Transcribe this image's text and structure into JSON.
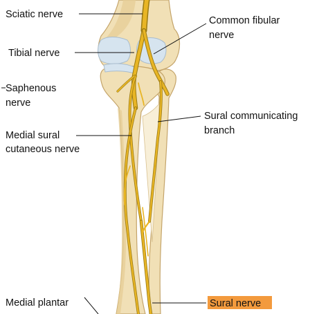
{
  "labels": {
    "sciatic": "Sciatic nerve",
    "common_fibular_line1": "Common fibular",
    "common_fibular_line2": "nerve",
    "tibial": "Tibial nerve",
    "saphenous_line1": "Saphenous",
    "saphenous_line2": "nerve",
    "sural_communicating_line1": "Sural communicating",
    "sural_communicating_line2": "branch",
    "medial_sural_line1": "Medial sural",
    "medial_sural_line2": "cutaneous nerve",
    "medial_plantar": "Medial plantar",
    "sural": "Sural nerve"
  },
  "colors": {
    "nerve": "#e8b525",
    "bone": "#f1e0b6",
    "cartilage": "#d6e4ef",
    "highlight": "#f39a3d"
  }
}
